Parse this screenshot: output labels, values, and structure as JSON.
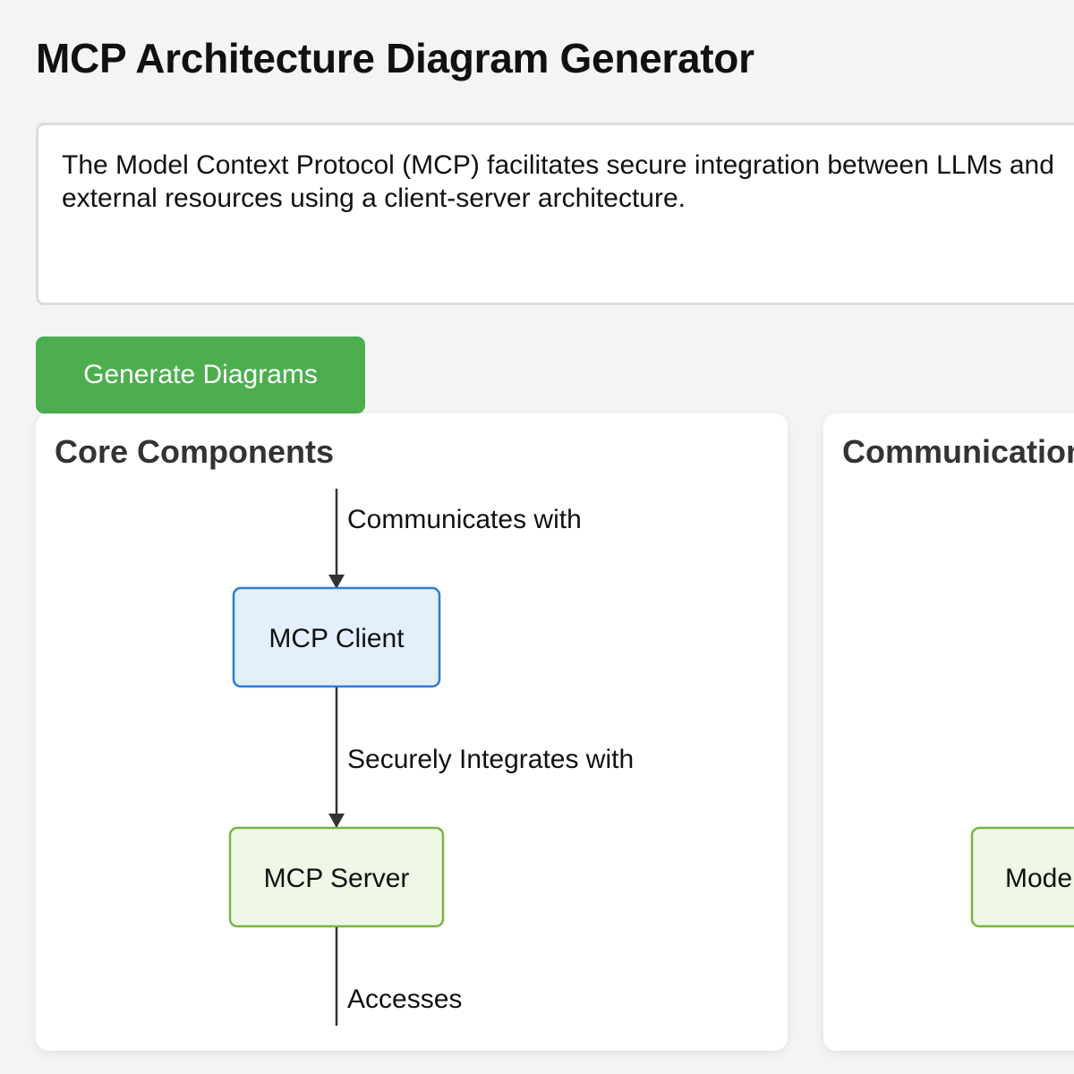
{
  "header": {
    "title": "MCP Architecture Diagram Generator"
  },
  "input": {
    "value": "The Model Context Protocol (MCP) facilitates secure integration between LLMs and external resources using a client-server architecture."
  },
  "generate_button": {
    "label": "Generate Diagrams"
  },
  "cards": [
    {
      "title": "Core Components",
      "nodes": [
        {
          "label": "MCP Client",
          "fill": "#e3f0fc",
          "stroke": "#2d7dd2"
        },
        {
          "label": "MCP Server",
          "fill": "#eff7e6",
          "stroke": "#7cb342"
        }
      ],
      "edges": [
        {
          "label": "Communicates with"
        },
        {
          "label": "Securely Integrates with"
        },
        {
          "label": "Accesses"
        }
      ]
    },
    {
      "title": "Communication",
      "nodes": [
        {
          "label": "Mode",
          "fill": "#eff7e6",
          "stroke": "#7cb342"
        }
      ]
    }
  ],
  "colors": {
    "accent": "#4cae4f",
    "background": "#f4f4f4",
    "card": "#ffffff"
  }
}
